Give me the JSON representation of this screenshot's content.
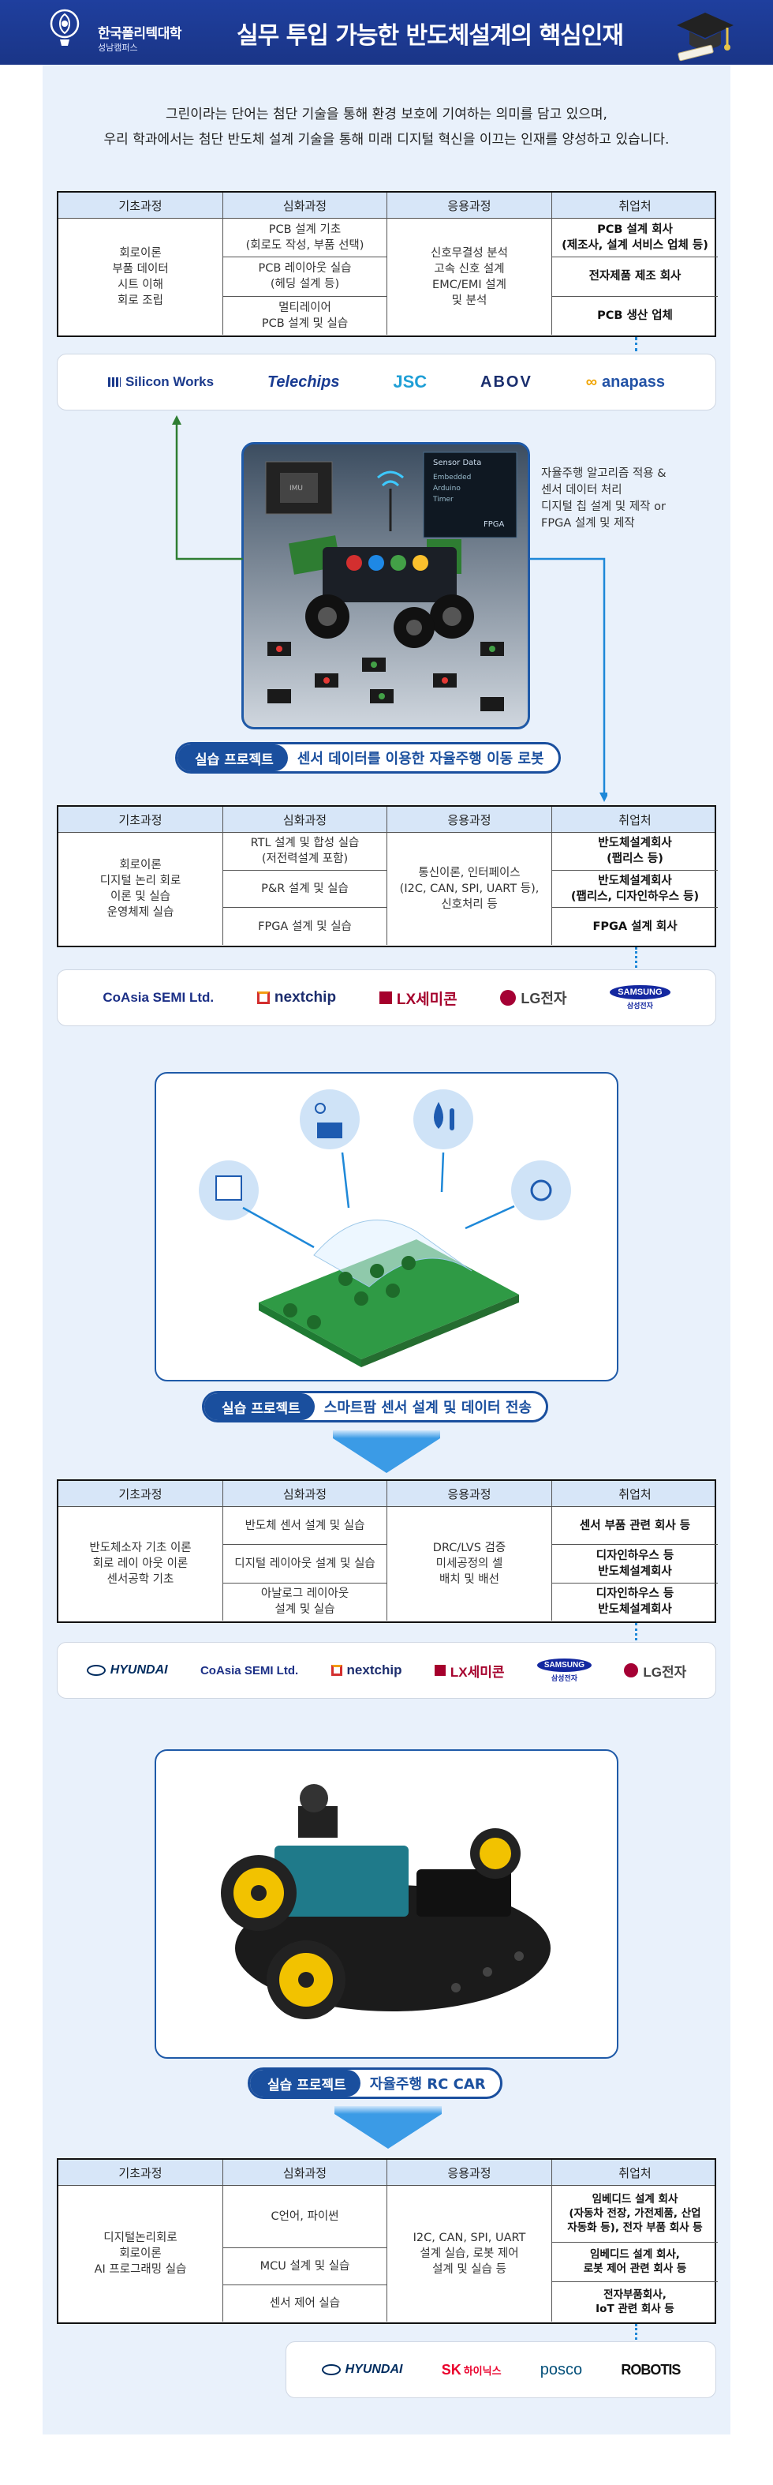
{
  "header": {
    "university": "한국폴리텍대학",
    "campus": "성남캠퍼스",
    "title": "실무 투입 가능한 반도체설계의 핵심인재"
  },
  "intro": [
    "그린이라는 단어는 첨단 기술을 통해 환경 보호에 기여하는 의미를 담고 있으며,",
    "우리 학과에서는 첨단 반도체 설계 기술을 통해 미래 디지털 혁신을 이끄는 인재를 양성하고 있습니다."
  ],
  "table_headers": [
    "기초과정",
    "심화과정",
    "응용과정",
    "취업처"
  ],
  "tables": [
    {
      "basic": [
        "회로이론",
        "부품 데이터",
        "시트 이해",
        "회로 조립"
      ],
      "advanced": [
        "PCB 설계 기초\n(회로도 작성, 부품 선택)",
        "PCB 레이아웃 실습\n(헤딩 설계 등)",
        "멀티레이어\nPCB 설계 및 실습"
      ],
      "applied": [
        "신호무결성 분석",
        "고속 신호 설계",
        "EMC/EMI 설계",
        "및 분석"
      ],
      "jobs": [
        "PCB 설계 회사\n(제조사, 설계 서비스 업체 등)",
        "전자제품 제조 회사",
        "PCB 생산 업체"
      ]
    },
    {
      "basic": [
        "회로이론",
        "디지털 논리 회로",
        "이론 및 실습",
        "운영체제 실습"
      ],
      "advanced": [
        "RTL 설계 및 합성 실습\n(저전력설계 포함)",
        "P&R 설계 및 실습",
        "FPGA 설계 및 실습"
      ],
      "applied": [
        "통신이론, 인터페이스",
        "(I2C, CAN, SPI, UART 등),",
        "신호처리 등"
      ],
      "jobs": [
        "반도체설계회사\n(팹리스 등)",
        "반도체설계회사\n(팹리스, 디자인하우스 등)",
        "FPGA 설계 회사"
      ]
    },
    {
      "basic": [
        "반도체소자 기초 이론",
        "회로 레이 아웃 이론",
        "센서공학 기초"
      ],
      "advanced": [
        "반도체 센서 설계 및 실습",
        "디지털 레이아웃 설계 및 실습",
        "아날로그 레이아웃\n설계 및 실습"
      ],
      "applied": [
        "DRC/LVS 검증",
        "미세공정의 셀",
        "배치 및 배선"
      ],
      "jobs": [
        "센서 부품 관련 회사 등",
        "디자인하우스 등\n반도체설계회사",
        "디자인하우스 등\n반도체설계회사"
      ]
    },
    {
      "basic": [
        "디지털논리회로",
        "회로이론",
        "AI 프로그래밍 실습"
      ],
      "advanced": [
        "C언어, 파이썬",
        "MCU 설계 및 실습",
        "센서 제어 실습"
      ],
      "applied": [
        "I2C, CAN, SPI, UART",
        "설계 실습, 로봇 제어",
        "설계 및 실습 등"
      ],
      "jobs": [
        "임베디드 설계 회사\n(자동차 전장, 가전제품, 산업\n자동화 등), 전자 부품 회사 등",
        "임베디드 설계 회사,\n로봇 제어 관련 회사 등",
        "전자부품회사,\nIoT 관련 회사 등"
      ]
    }
  ],
  "companies": {
    "strip1": [
      "Silicon Works",
      "Telechips",
      "JSC",
      "ABOV",
      "anapass"
    ],
    "strip2": [
      "CoAsia SEMI Ltd.",
      "nextchip",
      "LX세미콘",
      "LG전자",
      "SAMSUNG",
      "삼성전자"
    ],
    "strip3": [
      "HYUNDAI",
      "CoAsia SEMI Ltd.",
      "nextchip",
      "LX세미콘",
      "SAMSUNG",
      "삼성전자",
      "LG전자"
    ],
    "strip4": [
      "HYUNDAI",
      "SK",
      "하이닉스",
      "posco",
      "ROBOTIS"
    ]
  },
  "projects": {
    "tag": "실습 프로젝트",
    "p1": "센서 데이터를 이용한 자율주행 이동 로봇",
    "p1_note": "자율주행 알고리즘 적용 &\n센서 데이터 처리\n디지털 칩 설계 및 제작 or\nFPGA 설계 및 제작",
    "p1_screen": [
      "Sensor Data",
      "Embedded",
      "Arduino",
      "Timer",
      "FPGA"
    ],
    "p1_chip": "IMU",
    "p2": "스마트팜 센서 설계 및 데이터 전송",
    "p3": "자율주행 RC CAR"
  },
  "colors": {
    "header": "#1f3f9e",
    "accent": "#1a4f9e",
    "panel": "#e9f1fb",
    "table_head": "#d7e6f8"
  }
}
